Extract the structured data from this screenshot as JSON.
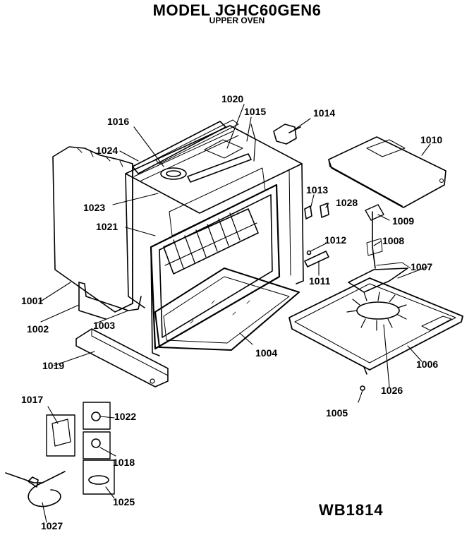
{
  "header": {
    "title": "MODEL JGHC60GEN6",
    "subtitle": "UPPER OVEN"
  },
  "diagram_code": "WB1814",
  "callouts": {
    "c1001": "1001",
    "c1002": "1002",
    "c1003": "1003",
    "c1004": "1004",
    "c1005": "1005",
    "c1006": "1006",
    "c1007": "1007",
    "c1008": "1008",
    "c1009": "1009",
    "c1010": "1010",
    "c1011": "1011",
    "c1012": "1012",
    "c1013": "1013",
    "c1014": "1014",
    "c1015": "1015",
    "c1016": "1016",
    "c1017": "1017",
    "c1018": "1018",
    "c1019": "1019",
    "c1020": "1020",
    "c1021": "1021",
    "c1022": "1022",
    "c1023": "1023",
    "c1024": "1024",
    "c1025": "1025",
    "c1026": "1026",
    "c1027": "1027",
    "c1028": "1028"
  }
}
